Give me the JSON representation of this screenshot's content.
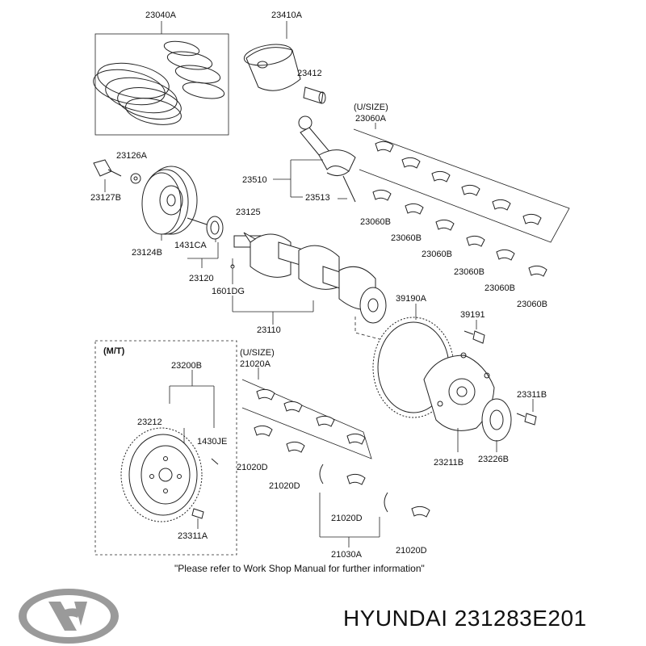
{
  "labels": {
    "piston_ring_set": "23040A",
    "piston": "23410A",
    "piston_pin": "23412",
    "usize_upper": "(U/SIZE)",
    "bearing_set_upper": "23060A",
    "pulley_bolt_washer": "23126A",
    "pulley_bolt": "23127B",
    "connecting_rod": "23510",
    "rod_bolt": "23513",
    "sprocket_key": "23125",
    "damper_pulley": "23124B",
    "sprocket": "1431CA",
    "crank_sprocket": "23120",
    "dowel": "1601DG",
    "crankshaft": "23110",
    "bearing_b1": "23060B",
    "bearing_b2": "23060B",
    "bearing_b3": "23060B",
    "bearing_b4": "23060B",
    "bearing_b5": "23060B",
    "bearing_b6": "23060B",
    "ring_gear": "39190A",
    "bolt_39191": "39191",
    "mt": "(M/T)",
    "flywheel": "23200B",
    "flywheel_assy": "23212",
    "pin_1430": "1430JE",
    "flywheel_bolt": "23311A",
    "usize_lower": "(U/SIZE)",
    "main_bearing_set": "21020A",
    "main_bearing_d1": "21020D",
    "main_bearing_d2": "21020D",
    "main_bearing_d3": "21020D",
    "main_bearing_d4": "21020D",
    "thrust_bearing": "21030A",
    "drive_plate_bolt": "23311B",
    "drive_plate": "23211B",
    "adapter_plate": "23226B"
  },
  "note": "\"Please refer to Work Shop Manual for further information\"",
  "footer": {
    "brand_part": "HYUNDAI 231283E201",
    "logo_name": "hyundai-logo"
  }
}
